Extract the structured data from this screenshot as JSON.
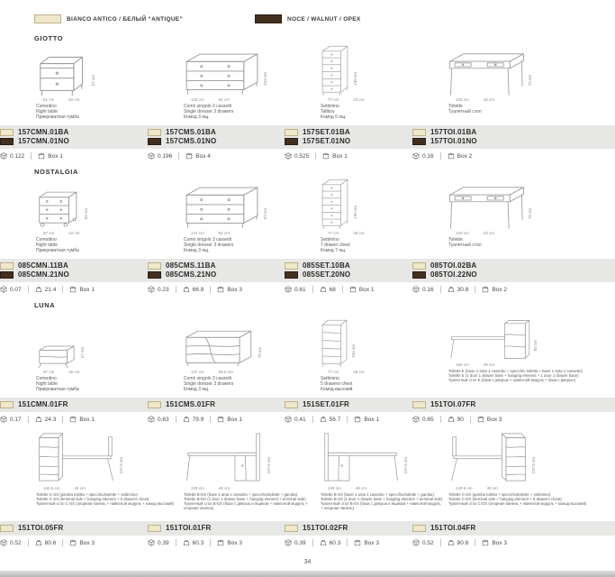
{
  "legend": {
    "bianco": "BIANCO ANTICO / БЕЛЫЙ “ANTIQUE”",
    "noce": "NOCE / WALNUT / ОРЕХ"
  },
  "colors": {
    "bianco": "#efe7c8",
    "noce": "#42301f"
  },
  "page_number": "34",
  "sections": {
    "giotto": {
      "title": "GIOTTO",
      "products": [
        {
          "dims": {
            "w": "61 cm",
            "d": "52 cm",
            "h": "57 cm"
          },
          "desc": "Comodino\nNight table\nПрикроватная тумба",
          "code_ba": "157CMN.01BA",
          "code_no": "157CMN.01NO",
          "volume": "0.122",
          "box": "Box 1"
        },
        {
          "dims": {
            "w": "125 cm",
            "d": "52 cm",
            "h": "103 cm"
          },
          "desc": "Comò singolo 3 cassetti\nSingle dresser 3 drawers\nКомод 3 ящ.",
          "code_ba": "157CMS.01BA",
          "code_no": "157CMS.01NO",
          "volume": "0.196",
          "box": "Box 4"
        },
        {
          "dims": {
            "w": "77 cm",
            "d": "43 cm",
            "h": "130 cm"
          },
          "desc": "Settimino\nTallboy\nКомод 6 ящ.",
          "code_ba": "157SET.01BA",
          "code_no": "157SET.01NO",
          "volume": "0.525",
          "box": "Box 1"
        },
        {
          "dims": {
            "w": "120 cm",
            "d": "43 cm",
            "h": "79 cm"
          },
          "desc": "Toilette\nТуалетный стол",
          "code_ba": "157TOI.01BA",
          "code_no": "157TOI.01NO",
          "volume": "0.16",
          "box": "Box 2"
        }
      ]
    },
    "nostalgia": {
      "title": "NOSTALGIA",
      "products": [
        {
          "dims": {
            "w": "67 cm",
            "d": "42 cm",
            "h": "62 cm"
          },
          "desc": "Comodino\nNight table\nПрикроватная тумба",
          "code_ba": "085CMN.11BA",
          "code_no": "085CMN.21NO",
          "volume": "0.07",
          "weight": "21.4",
          "box": "Box 1"
        },
        {
          "dims": {
            "w": "131 cm",
            "d": "52 cm",
            "h": "97 cm"
          },
          "desc": "Comò singolo 3 cassetti\nSingle dresser 3 drawers\nКомод 3 ящ.",
          "code_ba": "085CMS.11BA",
          "code_no": "085CMS.21NO",
          "volume": "0.23",
          "weight": "66.8",
          "box": "Box 3"
        },
        {
          "dims": {
            "w": "77 cm",
            "d": "45 cm",
            "h": "130 cm"
          },
          "desc": "Settimino\n7 drawer chest\nКомод 7 ящ.",
          "code_ba": "085SET.10BA",
          "code_no": "085SET.20NO",
          "volume": "0.61",
          "weight": "68",
          "box": "Box 1"
        },
        {
          "dims": {
            "w": "120 cm",
            "d": "43 cm",
            "h": "78 cm"
          },
          "desc": "Toilette\nТуалетный стол",
          "code_ba": "085TOI.02BA",
          "code_no": "085TOI.22NO",
          "volume": "0.16",
          "weight": "30.8",
          "box": "Box 2"
        }
      ]
    },
    "luna": {
      "title": "LUNA",
      "row_a": [
        {
          "dims": {
            "w": "67 cm",
            "d": "45 cm",
            "h": "37 cm"
          },
          "desc": "Comodino\nNight table\nПрикроватная тумба",
          "code": "151CMN.01FR",
          "volume": "0.17",
          "weight": "24.3",
          "box": "Box 1"
        },
        {
          "dims": {
            "w": "127 cm",
            "d": "55.6 cm",
            "h": "70 cm"
          },
          "desc": "Comò singolo 3 cassetti\nSingle dresser 3 drawers\nКомод 3 ящ.",
          "code": "151CMS.01FR",
          "volume": "0.63",
          "weight": "79.9",
          "box": "Box 1"
        },
        {
          "dims": {
            "w": "77 cm",
            "d": "46 cm",
            "h": "104 cm"
          },
          "desc": "Settimino\n5 drawers chest\nКомод высокий",
          "code": "151SET.01FR",
          "volume": "0.41",
          "weight": "56.7",
          "box": "Box 1"
        },
        {
          "dims": {
            "w": "190 cm",
            "d": "49 cm",
            "h": "82 cm"
          },
          "desc": "Toilette E (base 1 anta 1 cassetto + specchio toilette + base 1 anta 1 cassetto)\nToilette E (1 door 1 drawer base + hanging element + 1 door 1 drawer base)\nТуалетный стол E (база с дверью + навесной модуль + база с дверью)",
          "code": "151TOI.07FR",
          "volume": "0.65",
          "weight": "90",
          "box": "Box 3"
        }
      ],
      "row_b": [
        {
          "dims": {
            "w": "140.5 cm",
            "d": "49 cm",
            "h": "107.6 cm"
          },
          "desc": "Toilette C-SX (gamba toletta + specchio/toilette + settimino)\nToilette C-SX (terminal side + hanging element + 5 drawers chest)\nТуалетный стол C-SX (опорная панель + навесной модуль + комод высокий)",
          "code": "151TOI.05FR",
          "volume": "0.52",
          "weight": "80.6",
          "box": "Box 3"
        },
        {
          "dims": {
            "w": "139 cm",
            "d": "49 cm",
            "h": "107.6 cm"
          },
          "desc": "Toilette B-DX (base 1 anta 1 cassetto + specchio/toilette + gamba)\nToilette B-DX (1 door 1 drawer base + hanging element + terminal side)\nТуалетный стол B-DX (база с дверью и ящиком + навесной модуль + опорная панель)",
          "code": "151TOI.01FR",
          "volume": "0.39",
          "weight": "60.3",
          "box": "Box 3"
        },
        {
          "dims": {
            "w": "139 cm",
            "d": "49 cm",
            "h": "107.6 cm"
          },
          "desc": "Toilette B-SX (base 1 anta 1 cassetto + specchio/toilette + gamba)\nToilette B-SX (1 door 1 drawer base + hanging element + terminal side)\nТуалетный стол B-SX (база с дверью и ящиком + навесной модуль + опорная панель)",
          "code": "151TOI.02FR",
          "volume": "0.39",
          "weight": "60.3",
          "box": "Box 3"
        },
        {
          "dims": {
            "w": "140.5 cm",
            "d": "49 cm",
            "h": "107.6 cm"
          },
          "desc": "Toilette C-DX (gamba toletta + specchio/toilette + settimino)\nToilette C-DX (terminal side + hanging element + 5 drawers chest)\nТуалетный стол C-DX (опорная панель + навесной модуль + комод высокий)",
          "code": "151TOI.04FR",
          "volume": "0.52",
          "weight": "80.6",
          "box": "Box 3"
        }
      ]
    }
  }
}
